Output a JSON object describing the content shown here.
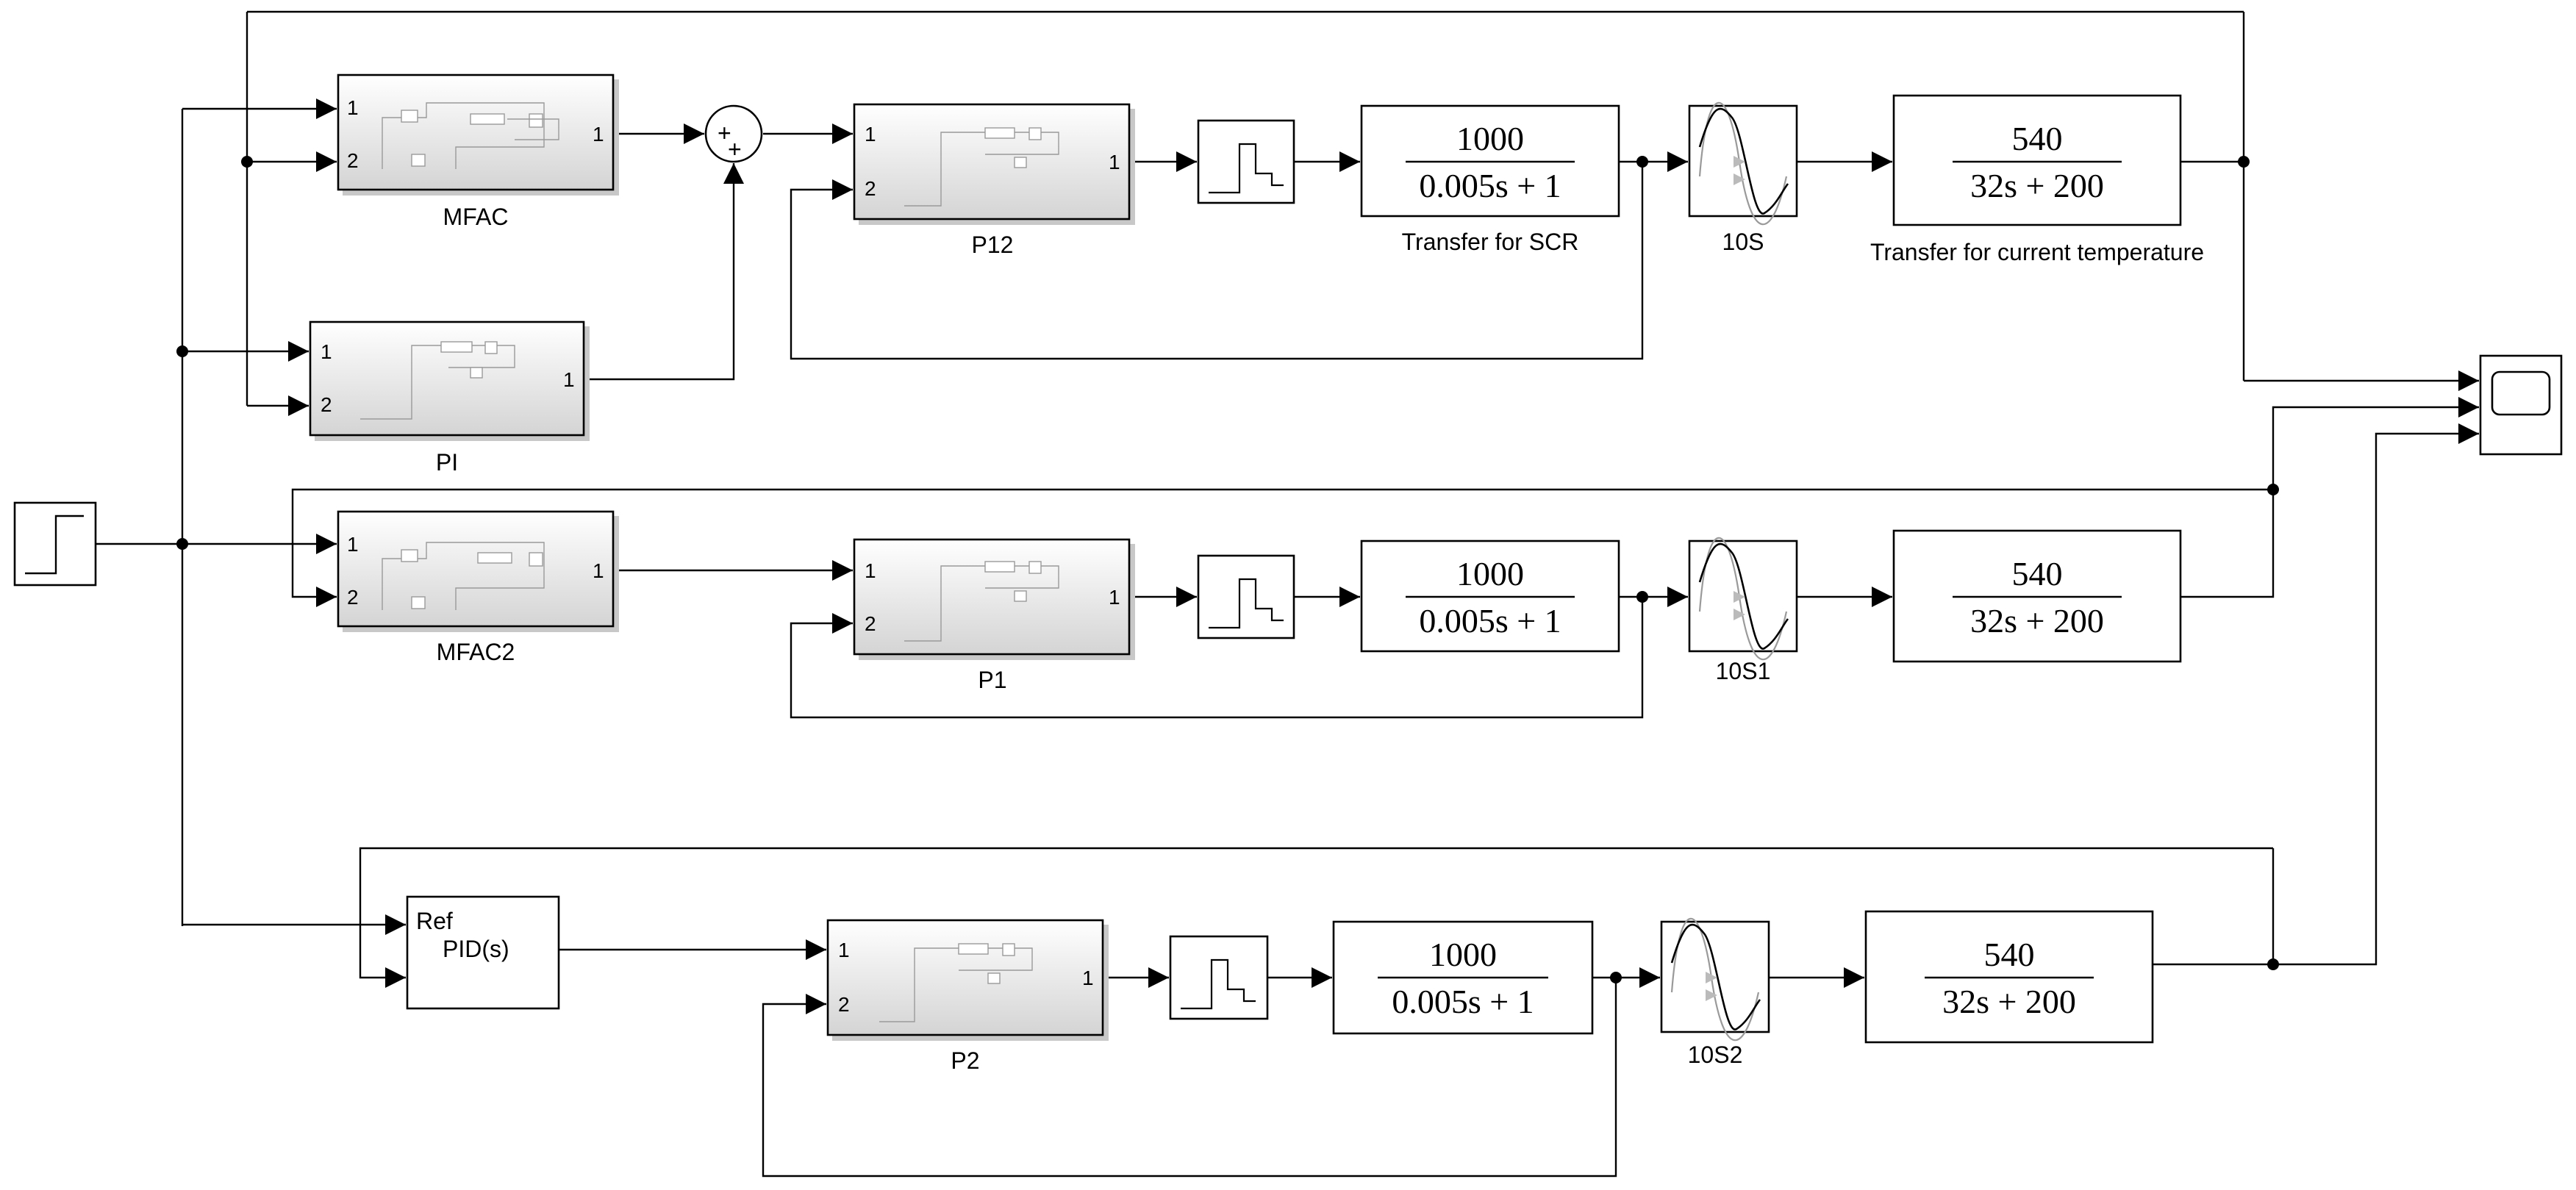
{
  "blocks": {
    "mfac": {
      "label": "MFAC",
      "in1": "1",
      "in2": "2",
      "out1": "1"
    },
    "pi": {
      "label": "PI",
      "in1": "1",
      "in2": "2",
      "out1": "1"
    },
    "mfac2": {
      "label": "MFAC2",
      "in1": "1",
      "in2": "2",
      "out1": "1"
    },
    "p12": {
      "label": "P12",
      "in1": "1",
      "in2": "2",
      "out1": "1"
    },
    "p1": {
      "label": "P1",
      "in1": "1",
      "in2": "2",
      "out1": "1"
    },
    "p2": {
      "label": "P2",
      "in1": "1",
      "in2": "2",
      "out1": "1"
    },
    "pid": {
      "port_ref": "Ref",
      "name": "PID(s)"
    },
    "sum": {
      "sign1": "+",
      "sign2": "+"
    },
    "tf_scr_1": {
      "numerator": "1000",
      "denominator": "0.005s + 1",
      "label": "Transfer for SCR"
    },
    "tf_scr_2": {
      "numerator": "1000",
      "denominator": "0.005s + 1"
    },
    "tf_scr_3": {
      "numerator": "1000",
      "denominator": "0.005s + 1"
    },
    "tf_temp_1": {
      "numerator": "540",
      "denominator": "32s + 200",
      "label": "Transfer for current temperature"
    },
    "tf_temp_2": {
      "numerator": "540",
      "denominator": "32s + 200"
    },
    "tf_temp_3": {
      "numerator": "540",
      "denominator": "32s + 200"
    },
    "delay_1": {
      "label": "10S"
    },
    "delay_2": {
      "label": "10S1"
    },
    "delay_3": {
      "label": "10S2"
    }
  },
  "icons": [
    "step-source-icon",
    "zero-order-hold-icon",
    "transport-delay-icon",
    "scope-icon",
    "sum-icon"
  ]
}
